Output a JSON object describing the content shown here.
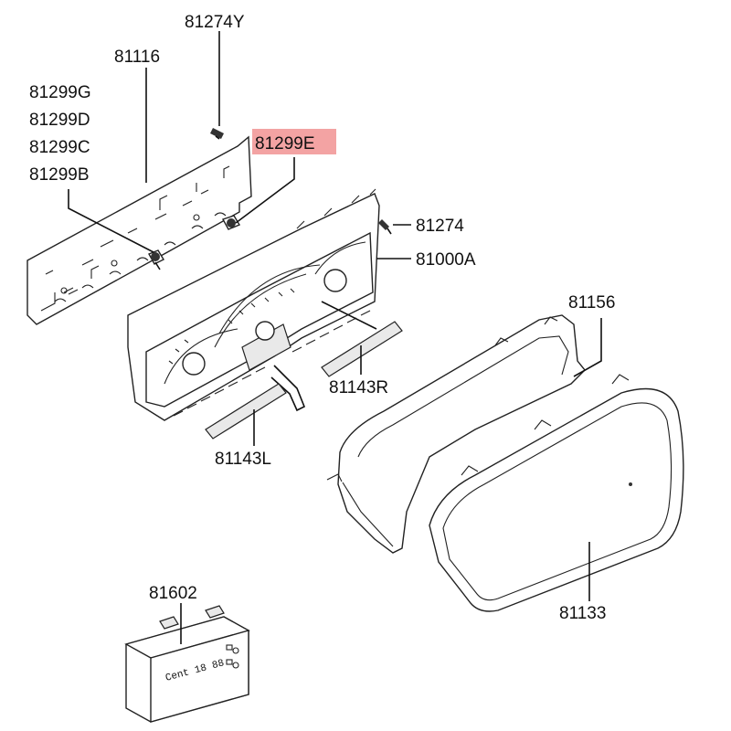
{
  "labels": {
    "p81274Y": "81274Y",
    "p81116": "81116",
    "p81299G": "81299G",
    "p81299D": "81299D",
    "p81299C": "81299C",
    "p81299B": "81299B",
    "p81299E": "81299E",
    "p81274": "81274",
    "p81000A": "81000A",
    "p81156": "81156",
    "p81143R": "81143R",
    "p81143L": "81143L",
    "p81133": "81133",
    "p81602": "81602"
  },
  "display": {
    "clock_text": "Cent 18 88"
  },
  "colors": {
    "highlight": "#f3a3a3",
    "line": "#111111"
  }
}
